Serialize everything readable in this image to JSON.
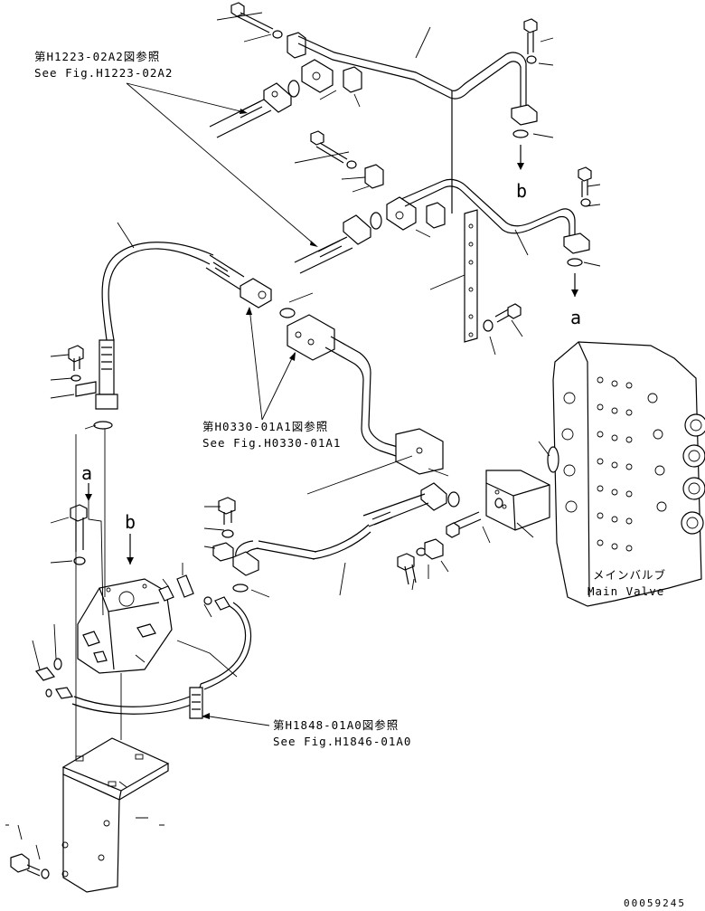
{
  "references": [
    {
      "jp": "第H1223-02A2図参照",
      "en": "See Fig.H1223-02A2"
    },
    {
      "jp": "第H0330-01A1図参照",
      "en": "See Fig.H0330-01A1"
    },
    {
      "jp": "第H1848-01A0図参照",
      "en": "See Fig.H1846-01A0"
    }
  ],
  "main_valve": {
    "jp": "メインバルブ",
    "en": "Main Valve"
  },
  "markers": {
    "a_top": "a",
    "b_top": "b",
    "a_bottom": "a",
    "b_bottom": "b"
  },
  "drawing_number": "00059245"
}
